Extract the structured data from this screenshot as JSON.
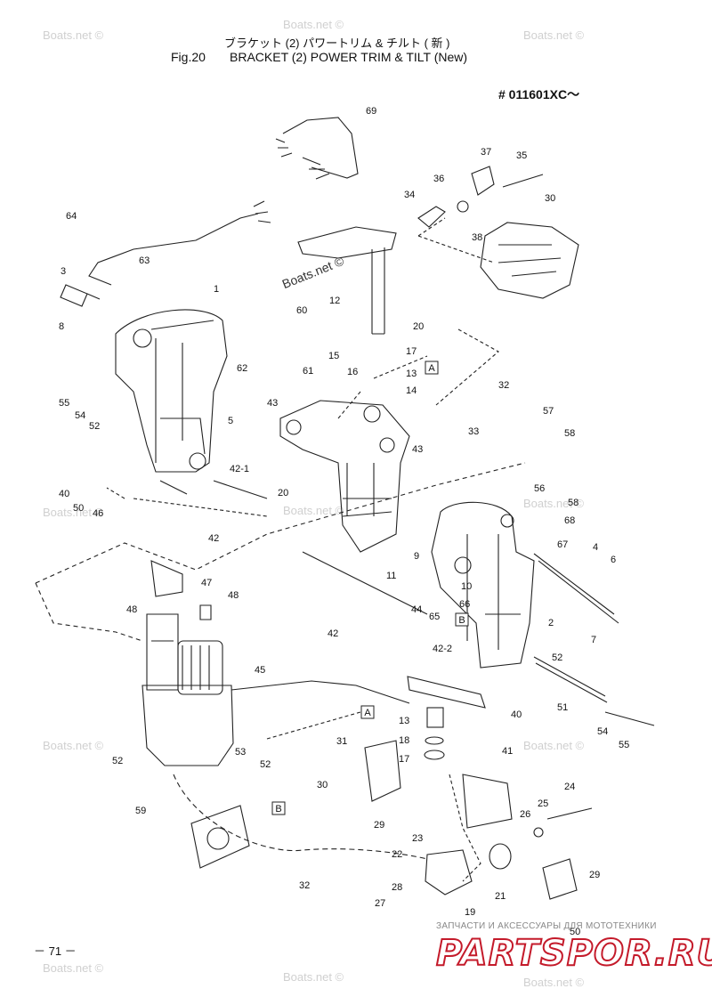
{
  "header": {
    "japanese_title": "ブラケット (2) パワートリム & チルト ( 新 )",
    "fig_number": "Fig.20",
    "title": "BRACKET (2) POWER TRIM & TILT (New)",
    "serial": "#  011601XC～"
  },
  "page_number": "－ 71 －",
  "watermark": {
    "text": "Boats.net ©",
    "diagram_stamp": "Boats.net ©"
  },
  "branding": {
    "subtitle": "ЗАПЧАСТИ И АКСЕССУАРЫ ДЛЯ МОТОТЕХНИКИ",
    "logo": "PARTSPOR.RU",
    "logo_color": "#c41a2a"
  },
  "callouts": {
    "c69": "69",
    "c37": "37",
    "c35": "35",
    "c36": "36",
    "c34": "34",
    "c30a": "30",
    "c38": "38",
    "c64": "64",
    "c63": "63",
    "c3": "3",
    "c1": "1",
    "c8": "8",
    "c12": "12",
    "c60": "60",
    "c20a": "20",
    "c17a": "17",
    "c13a": "13",
    "c14": "14",
    "c15": "15",
    "c16": "16",
    "c61": "61",
    "c62": "62",
    "c55a": "55",
    "c54a": "54",
    "c52a": "52",
    "c5": "5",
    "c43a": "43",
    "c32a": "32",
    "c57": "57",
    "c58a": "58",
    "c58b": "58",
    "c56": "56",
    "c33": "33",
    "c43b": "43",
    "c40a": "40",
    "c50a": "50",
    "c46": "46",
    "c42_1": "42-1",
    "c20b": "20",
    "c68": "68",
    "c67": "67",
    "c4": "4",
    "c6": "6",
    "c9": "9",
    "c10": "10",
    "c42a": "42",
    "c11": "11",
    "c48a": "48",
    "c47": "47",
    "c48b": "48",
    "c44": "44",
    "c66": "66",
    "c65": "65",
    "c2": "2",
    "c7": "7",
    "c42b": "42",
    "c42_2": "42-2",
    "c52b": "52",
    "c45": "45",
    "c40b": "40",
    "c51": "51",
    "c13b": "13",
    "c18": "18",
    "c31": "31",
    "c41": "41",
    "c54b": "54",
    "c55b": "55",
    "c17b": "17",
    "c52c": "52",
    "c52d": "52",
    "c53": "53",
    "c30b": "30",
    "c59": "59",
    "c24": "24",
    "c26": "26",
    "c25": "25",
    "c29a": "29",
    "c23": "23",
    "c22": "22",
    "c21": "21",
    "c29b": "29",
    "c32b": "32",
    "c28": "28",
    "c27": "27",
    "c19": "19",
    "c50b": "50"
  },
  "ref_boxes": {
    "a1": "A",
    "b1": "B",
    "a2": "A",
    "b2": "B"
  }
}
